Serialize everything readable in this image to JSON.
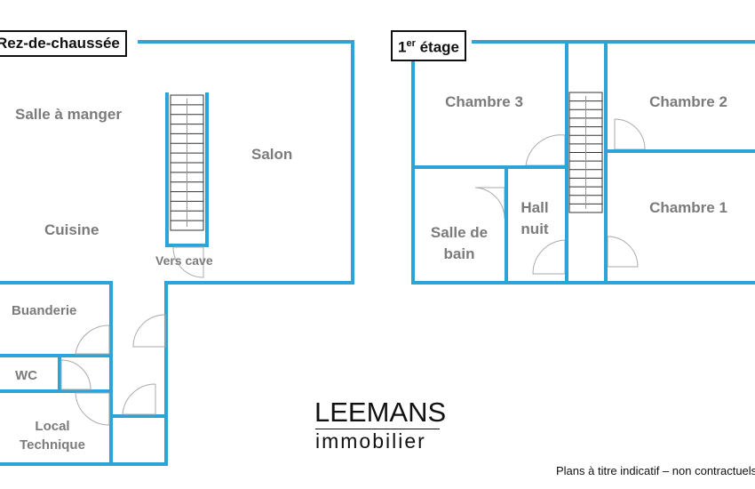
{
  "ground_floor": {
    "title": "Rez-de-chaussée",
    "rooms": {
      "salle_a_manger": "Salle à manger",
      "salon": "Salon",
      "cuisine": "Cuisine",
      "vers_cave": "Vers cave",
      "buanderie": "Buanderie",
      "wc": "WC",
      "local_1": "Local",
      "local_2": "Technique"
    }
  },
  "first_floor": {
    "title_main": "1",
    "title_sup": "er",
    "title_rest": " étage",
    "rooms": {
      "chambre3": "Chambre 3",
      "chambre2": "Chambre 2",
      "chambre1": "Chambre 1",
      "hall_1": "Hall",
      "hall_2": "nuit",
      "sdb_1": "Salle de",
      "sdb_2": "bain"
    }
  },
  "logo": {
    "line1": "LEEMANS",
    "line2": "immobilier"
  },
  "disclaimer": "Plans à titre indicatif – non contractuels",
  "colors": {
    "wall": "#2da4d8",
    "label": "#7b7b7b"
  }
}
